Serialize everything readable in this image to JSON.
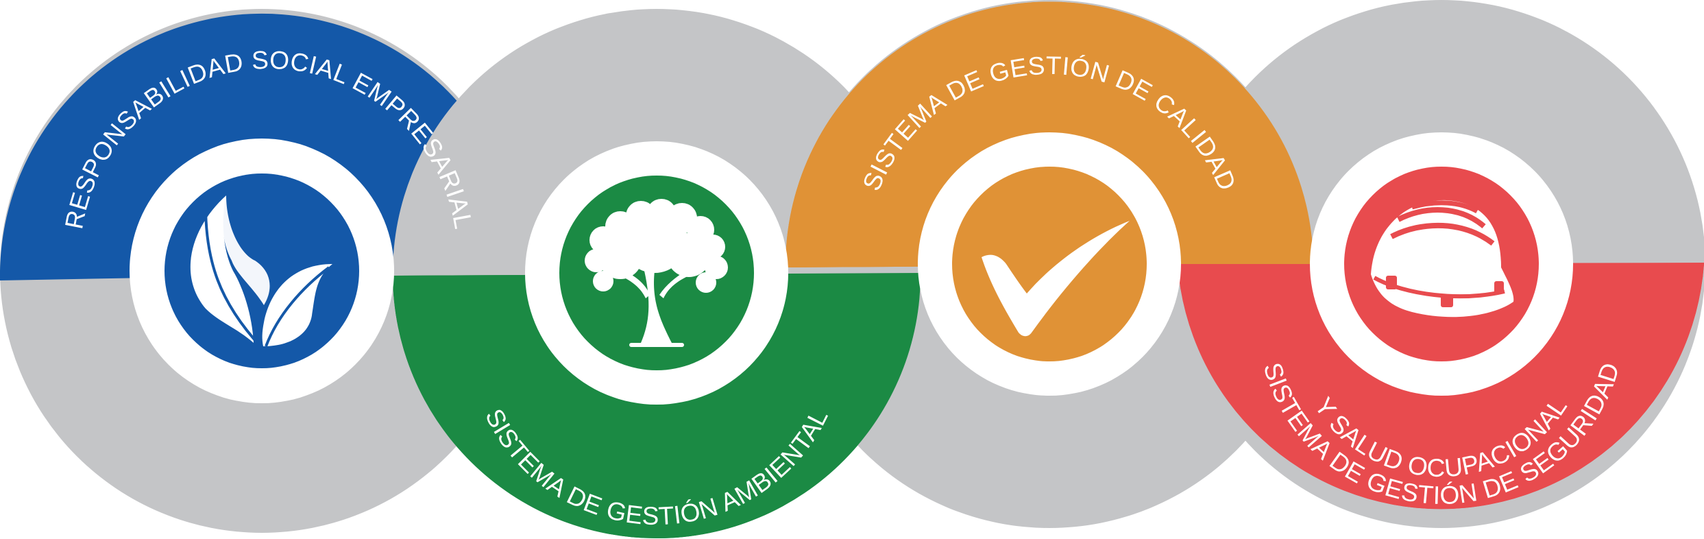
{
  "colors": {
    "gray": "#c4c5c7",
    "blue": "#1458a8",
    "green": "#1b8a44",
    "orange": "#e09236",
    "red": "#e84b4e",
    "white": "#ffffff"
  },
  "badges": [
    {
      "id": "rse",
      "label": "RESPONSABILIDAD SOCIAL EMPRESARIAL",
      "icon": "leaves-icon",
      "color": "blue"
    },
    {
      "id": "sga",
      "label": "SISTEMA DE GESTIÓN AMBIENTAL",
      "icon": "tree-icon",
      "color": "green"
    },
    {
      "id": "sgc",
      "label": "SISTEMA DE GESTIÓN DE CALIDAD",
      "icon": "checkmark-icon",
      "color": "orange"
    },
    {
      "id": "sso",
      "label_line1": "SISTEMA DE GESTIÓN DE SEGURIDAD",
      "label_line2": "Y  SALUD OCUPACIONAL",
      "icon": "hard-hat-icon",
      "color": "red"
    }
  ]
}
